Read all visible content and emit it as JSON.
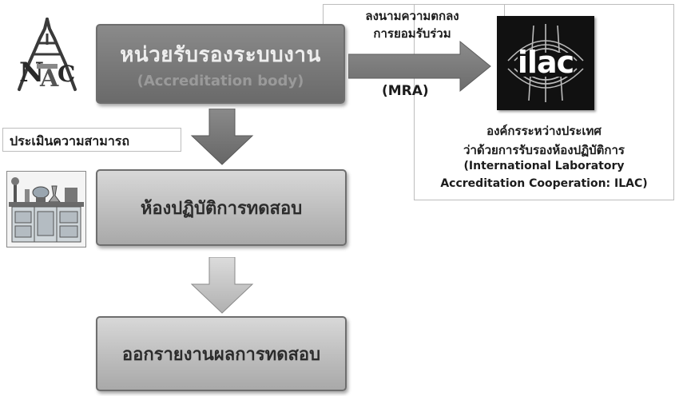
{
  "accreditation_body": {
    "thai": "หน่วยรับรองระบบงาน",
    "english": "(Accreditation body)"
  },
  "mra": {
    "line1": "ลงนามความตกลง",
    "line2": "การยอมรับร่วม",
    "abbr": "(MRA)"
  },
  "ilac": {
    "logo_text": "ilac",
    "desc_line1": "องค์กรระหว่างประเทศ",
    "desc_line2": "ว่าด้วยการรับรองห้องปฏิบัติการ",
    "desc_line3": "(International Laboratory",
    "desc_line4": "Accreditation Cooperation: ILAC)"
  },
  "assessment_label": "ประเมินความสามารถ",
  "laboratory": "ห้องปฏิบัติการทดสอบ",
  "report": "ออกรายงานผลการทดสอบ",
  "icons": {
    "left_logo": "thai-accreditation-logo-icon",
    "lab": "laboratory-bench-icon",
    "ilac": "ilac-logo-icon"
  }
}
